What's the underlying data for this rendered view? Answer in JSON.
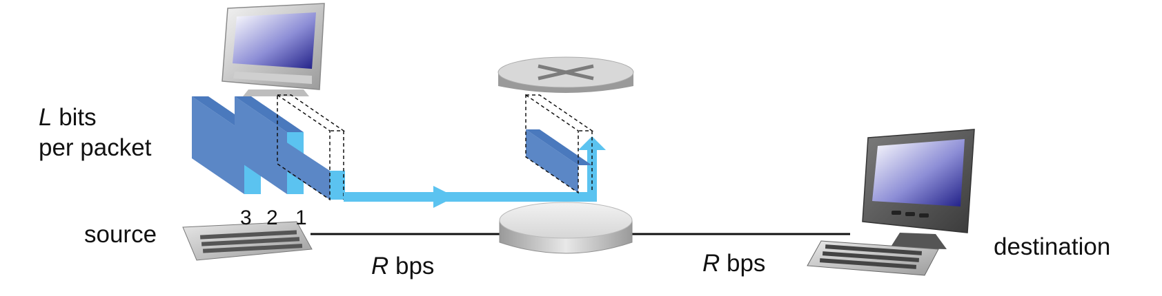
{
  "labels": {
    "packet_size": {
      "var": "L",
      "line1_rest": " bits",
      "line2": "per packet"
    },
    "source": "source",
    "destination": "destination",
    "link_left": {
      "var": "R",
      "unit": " bps"
    },
    "link_right": {
      "var": "R",
      "unit": " bps"
    },
    "packet_numbers": [
      "3",
      "2",
      "1"
    ]
  },
  "colors": {
    "packet_face": "#5b87c6",
    "packet_side": "#5bc3f0",
    "flow_arrow": "#5bc3f0",
    "link_line": "#111111",
    "router": "#d8d8d8",
    "screen": "#2b2a8c"
  },
  "icons": [
    "source-computer-icon",
    "router-icon",
    "destination-computer-icon"
  ]
}
